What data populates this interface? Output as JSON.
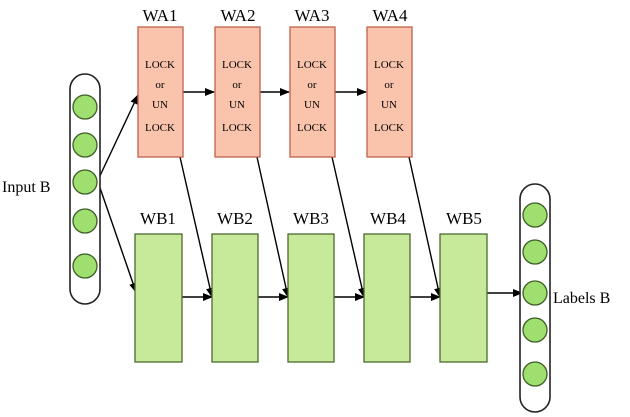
{
  "input": {
    "label": "Input B"
  },
  "output": {
    "label": "Labels B"
  },
  "wa": {
    "blocks": [
      {
        "title": "WA1",
        "lines": [
          "LOCK",
          "or",
          "UN",
          "LOCK"
        ]
      },
      {
        "title": "WA2",
        "lines": [
          "LOCK",
          "or",
          "UN",
          "LOCK"
        ]
      },
      {
        "title": "WA3",
        "lines": [
          "LOCK",
          "or",
          "UN",
          "LOCK"
        ]
      },
      {
        "title": "WA4",
        "lines": [
          "LOCK",
          "or",
          "UN",
          "LOCK"
        ]
      }
    ],
    "fill": "#f9c3ac",
    "stroke": "#c0614a"
  },
  "wb": {
    "blocks": [
      {
        "title": "WB1"
      },
      {
        "title": "WB2"
      },
      {
        "title": "WB3"
      },
      {
        "title": "WB4"
      },
      {
        "title": "WB5"
      }
    ],
    "fill": "#c6e99a",
    "stroke": "#4a6b2f"
  },
  "colors": {
    "node_fill": "#9fdf6f",
    "node_stroke": "#3d5e27",
    "column_fill": "#ffffff",
    "column_stroke": "#222222",
    "arrow": "#000000"
  }
}
